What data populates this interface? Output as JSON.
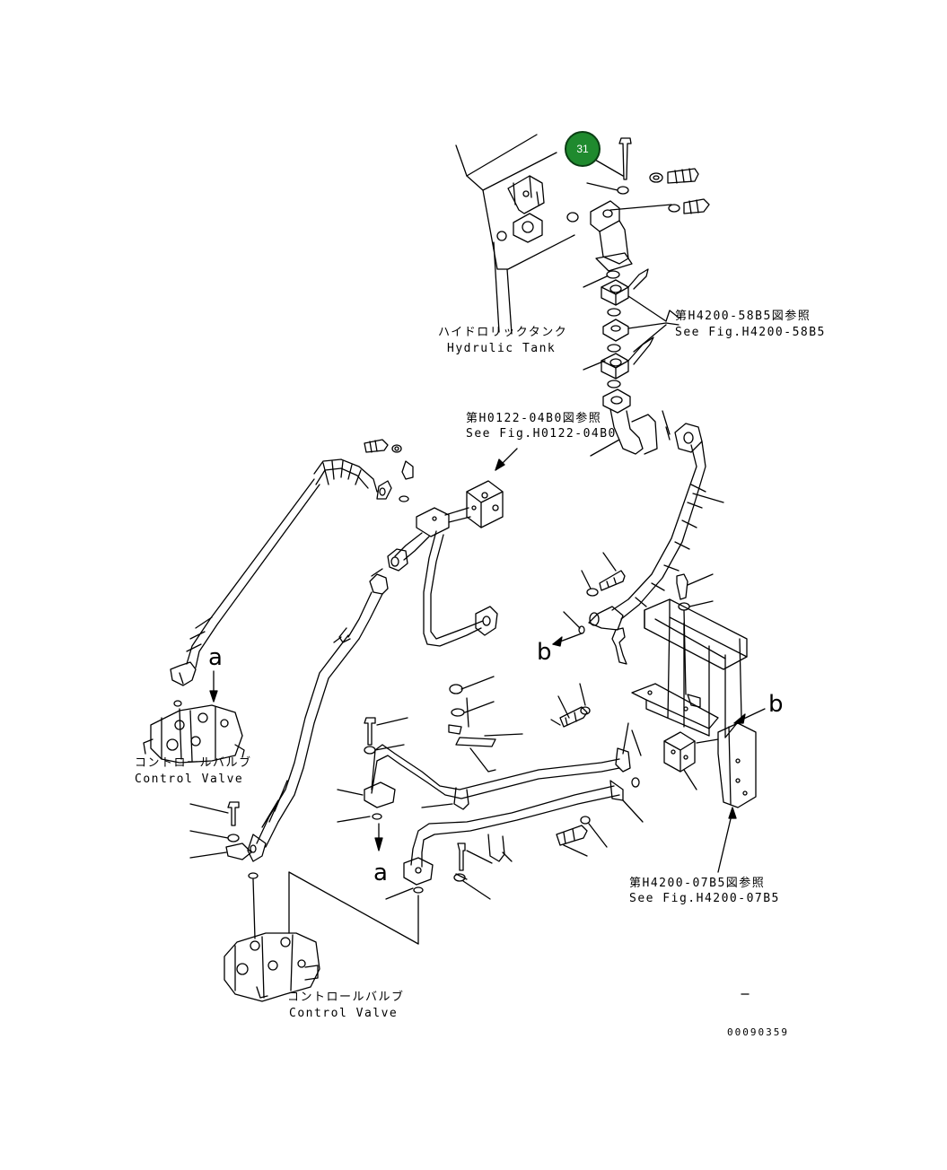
{
  "badge": {
    "number": "31",
    "color": "#1f8a2e"
  },
  "labels": {
    "hydraulic_tank_jp": "ハイドロリックタンク",
    "hydraulic_tank_en": "Hydrulic Tank",
    "ref_h4200_58b5_jp": "第H4200-58B5図参照",
    "ref_h4200_58b5_en": "See Fig.H4200-58B5",
    "ref_h0122_04b0_jp": "第H0122-04B0図参照",
    "ref_h0122_04b0_en": "See Fig.H0122-04B0",
    "ref_h4200_07b5_jp": "第H4200-07B5図参照",
    "ref_h4200_07b5_en": "See Fig.H4200-07B5",
    "control_valve_1_jp": "コントロールバルブ",
    "control_valve_1_en": "Control Valve",
    "control_valve_2_jp": "コントロールバルブ",
    "control_valve_2_en": "Control Valve",
    "marker_a_top": "a",
    "marker_a_bottom": "a",
    "marker_b_left": "b",
    "marker_b_right": "b"
  },
  "drawing_number": "00090359"
}
